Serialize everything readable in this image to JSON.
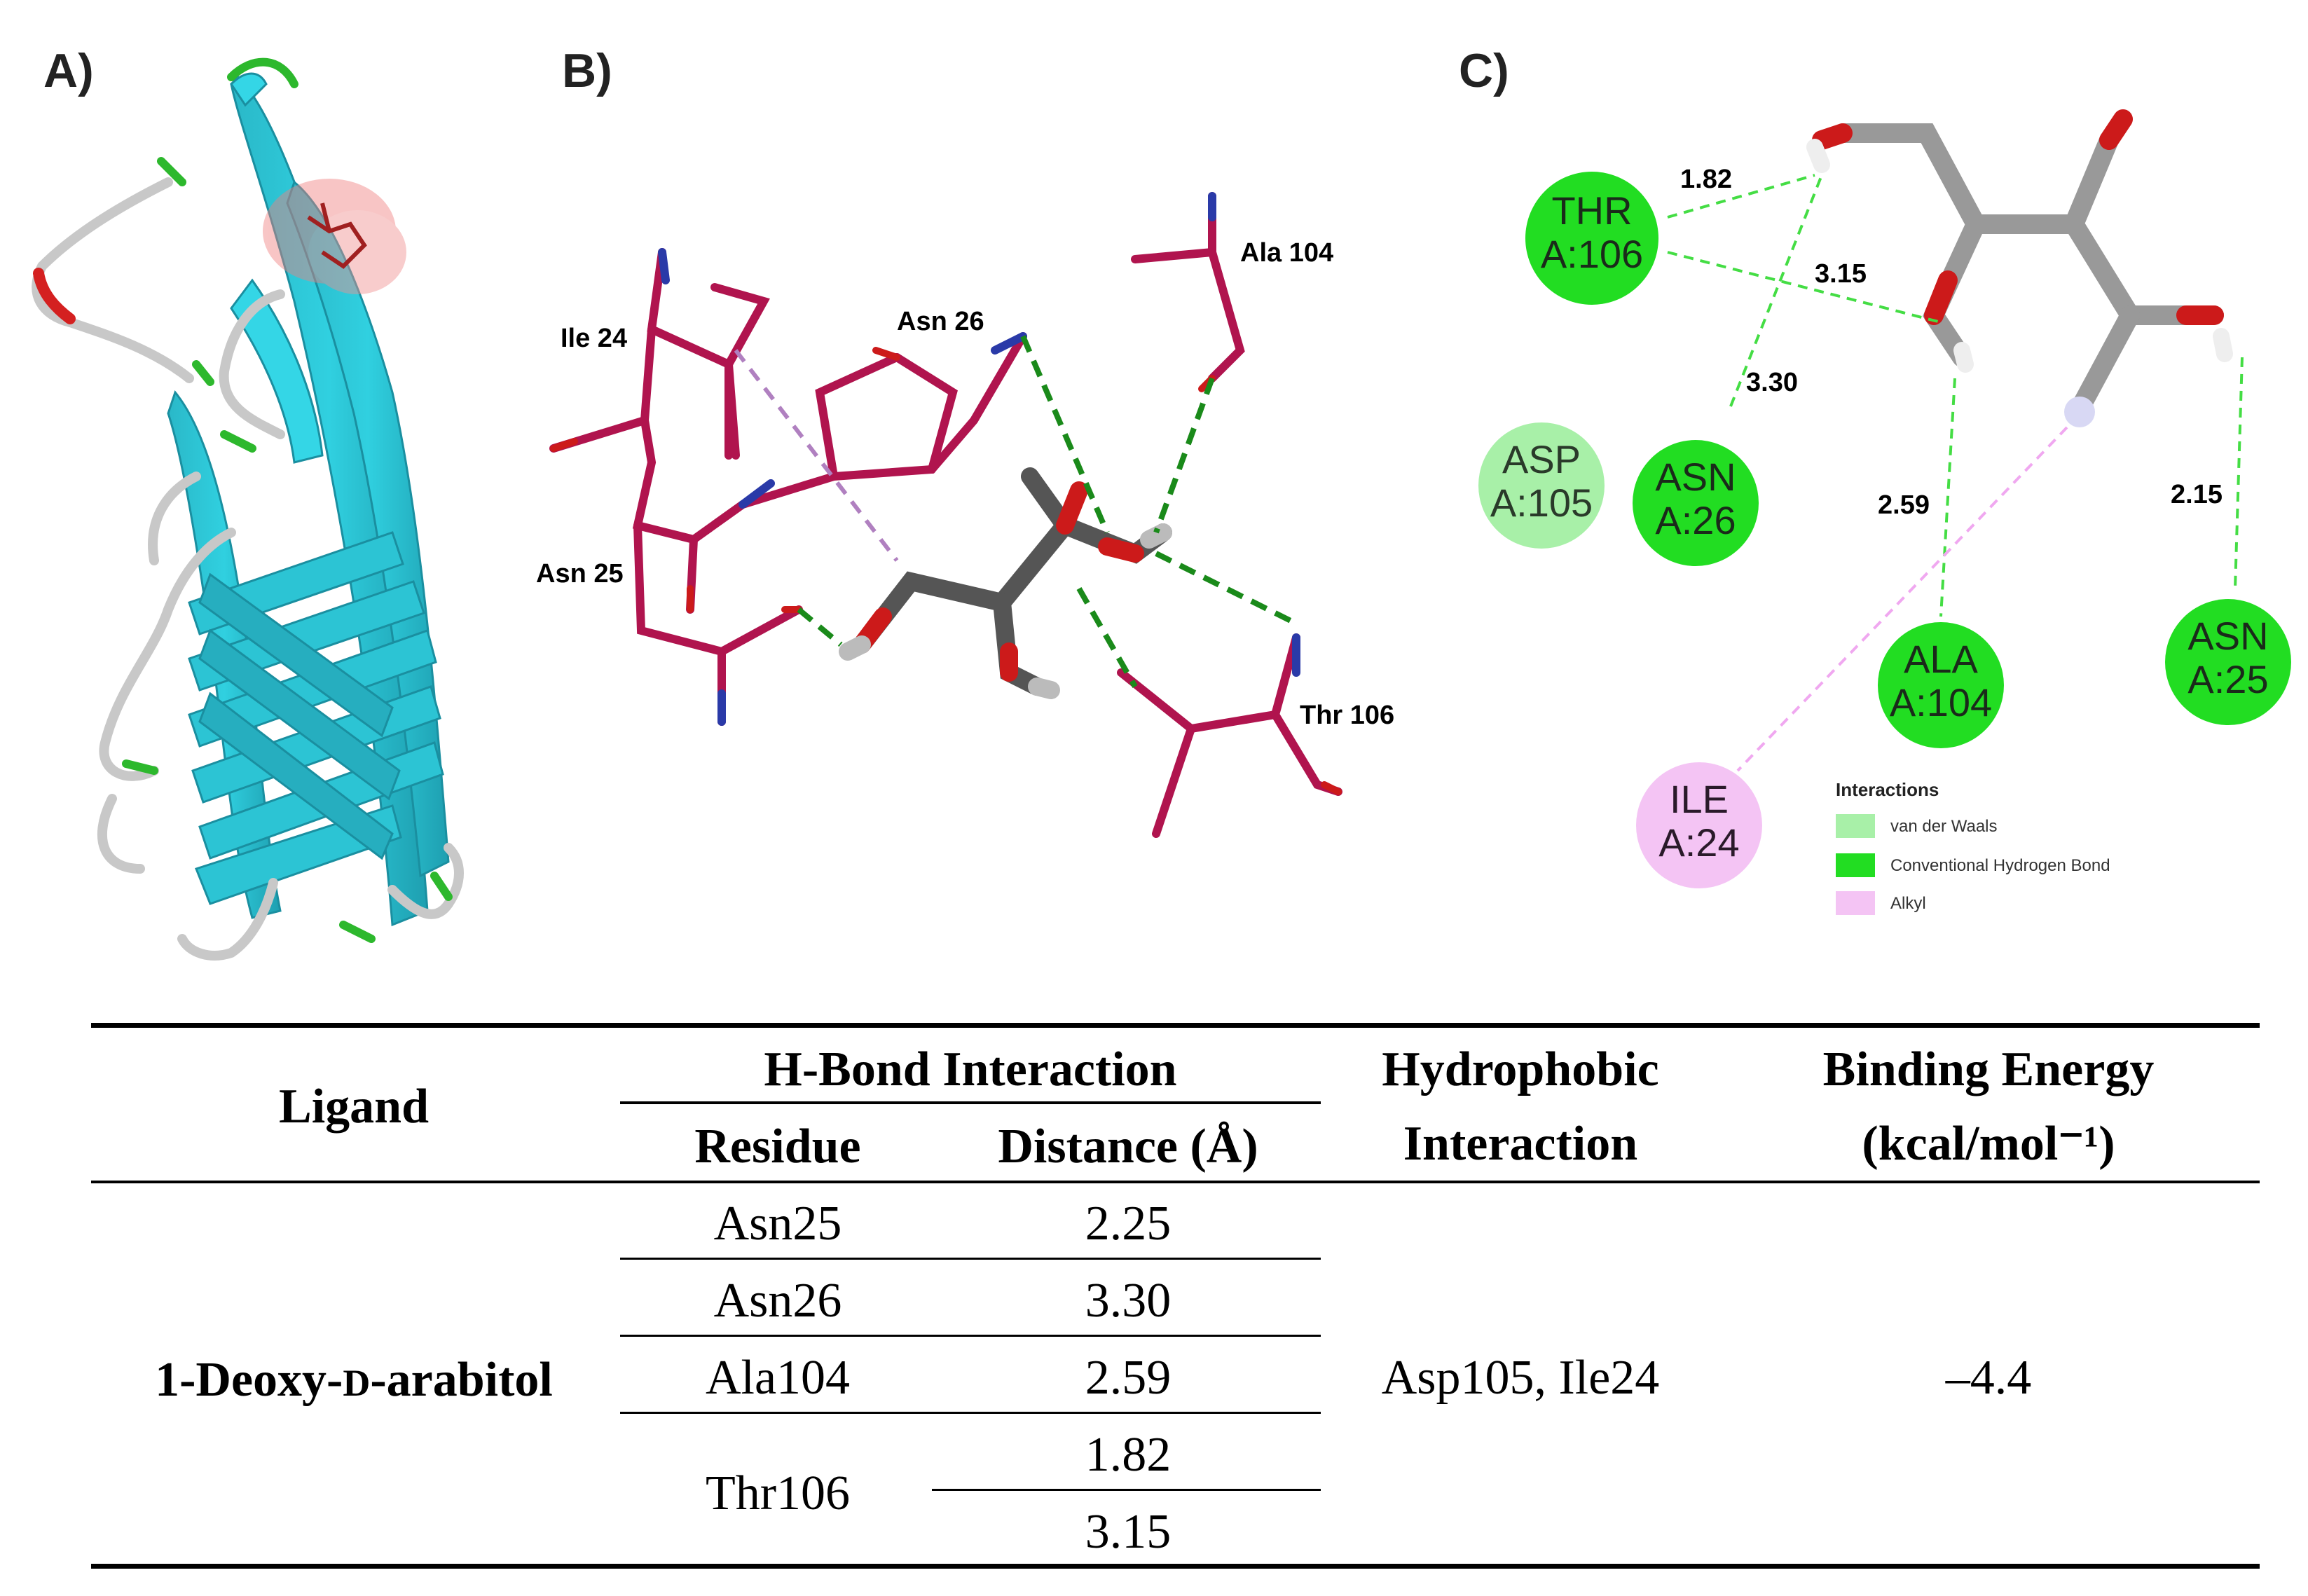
{
  "panels": {
    "a": {
      "label": "A)"
    },
    "b": {
      "label": "B)",
      "residues": [
        "Ile 24",
        "Asn 26",
        "Ala 104",
        "Asn 25",
        "Thr 106"
      ]
    },
    "c": {
      "label": "C)",
      "residues": [
        {
          "name": "THR",
          "id": "A:106",
          "type": "hbond"
        },
        {
          "name": "ASP",
          "id": "A:105",
          "type": "vdw"
        },
        {
          "name": "ASN",
          "id": "A:26",
          "type": "hbond"
        },
        {
          "name": "ALA",
          "id": "A:104",
          "type": "hbond"
        },
        {
          "name": "ASN",
          "id": "A:25",
          "type": "hbond"
        },
        {
          "name": "ILE",
          "id": "A:24",
          "type": "alkyl"
        }
      ],
      "distances": [
        "1.82",
        "3.15",
        "3.30",
        "2.59",
        "2.15"
      ],
      "legend": {
        "title": "Interactions",
        "items": [
          {
            "label": "van der Waals",
            "color": "#a8f0a8"
          },
          {
            "label": "Conventional Hydrogen Bond",
            "color": "#22dd22"
          },
          {
            "label": "Alkyl",
            "color": "#f4c4f4"
          }
        ]
      }
    }
  },
  "table": {
    "headers": {
      "ligand": "Ligand",
      "hbond_group": "H-Bond Interaction",
      "residue": "Residue",
      "distance": "Distance (Å)",
      "hydrophobic_line1": "Hydrophobic",
      "hydrophobic_line2": "Interaction",
      "energy_line1": "Binding Energy",
      "energy_line2": "(kcal/mol⁻¹)"
    },
    "ligand_prefix": "1-Deoxy-",
    "ligand_small_caps": "D",
    "ligand_suffix": "-arabitol",
    "rows": [
      {
        "residue": "Asn25",
        "distance": "2.25"
      },
      {
        "residue": "Asn26",
        "distance": "3.30"
      },
      {
        "residue": "Ala104",
        "distance": "2.59"
      },
      {
        "residue": "Thr106",
        "distance": "1.82"
      },
      {
        "residue": "",
        "distance": "3.15"
      }
    ],
    "hydrophobic": "Asp105, Ile24",
    "binding_energy": "–4.4"
  }
}
